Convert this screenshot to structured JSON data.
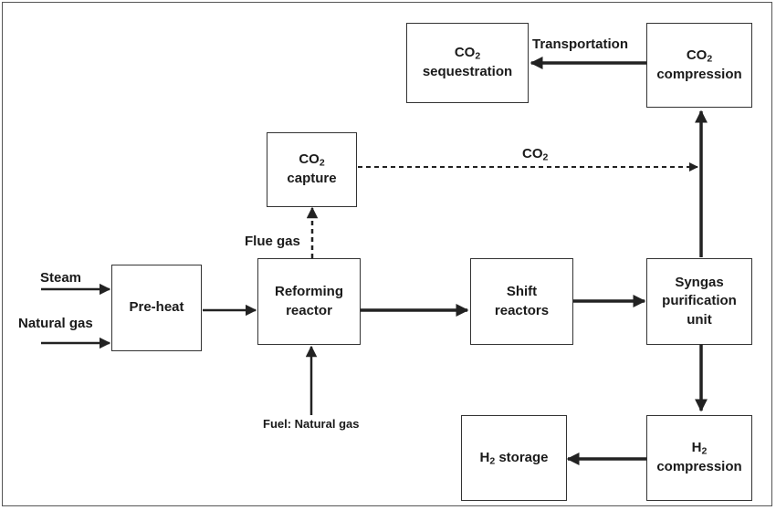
{
  "boxes": {
    "co2_sequestration": {
      "line1_prefix": "CO",
      "line1_sub": "2",
      "line2": "sequestration"
    },
    "co2_compression": {
      "line1_prefix": "CO",
      "line1_sub": "2",
      "line2": "compression"
    },
    "co2_capture": {
      "line1_prefix": "CO",
      "line1_sub": "2",
      "line2": "capture"
    },
    "pre_heat": {
      "label": "Pre-heat"
    },
    "reforming_reactor": {
      "line1": "Reforming",
      "line2": "reactor"
    },
    "shift_reactors": {
      "line1": "Shift",
      "line2": "reactors"
    },
    "syngas_purification": {
      "line1": "Syngas",
      "line2": "purification",
      "line3": "unit"
    },
    "h2_storage": {
      "prefix": "H",
      "sub": "2",
      "rest": " storage"
    },
    "h2_compression": {
      "line1_prefix": "H",
      "line1_sub": "2",
      "line2": "compression"
    }
  },
  "labels": {
    "transportation": "Transportation",
    "co2_flow_prefix": "CO",
    "co2_flow_sub": "2",
    "flue_gas": "Flue gas",
    "steam": "Steam",
    "natural_gas": "Natural gas",
    "fuel": "Fuel: Natural gas"
  }
}
